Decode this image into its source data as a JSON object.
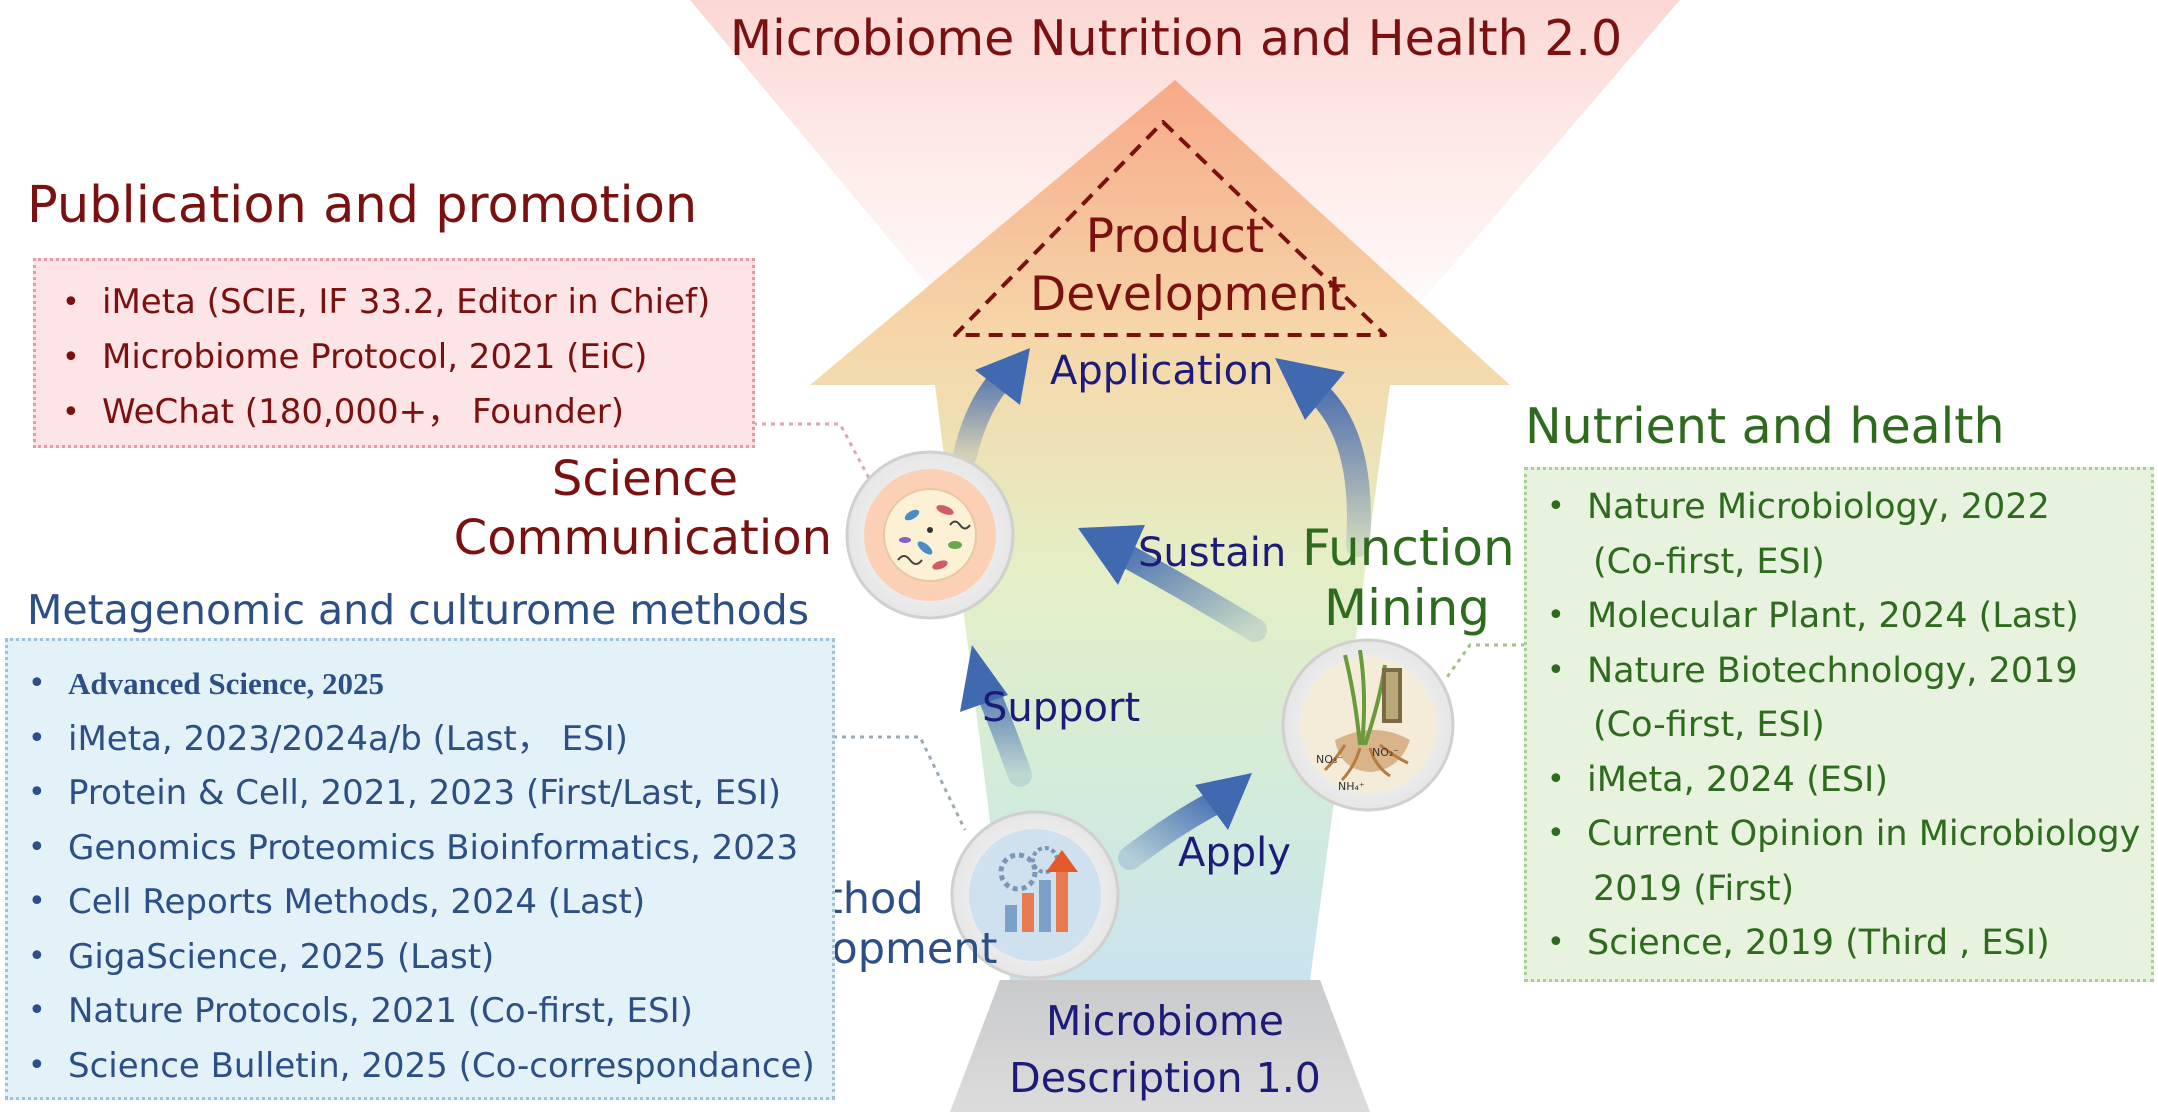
{
  "main_title": "Microbiome Nutrition and Health 2.0",
  "pyramid": {
    "top_label_line1": "Product",
    "top_label_line2": "Development",
    "base_label_line1": "Microbiome",
    "base_label_line2": "Description 1.0"
  },
  "arrows": {
    "application": "Application",
    "sustain": "Sustain",
    "support": "Support",
    "apply": "Apply"
  },
  "nodes": {
    "science_communication_line1": "Science",
    "science_communication_line2": "Communication",
    "function_mining_line1": "Function",
    "function_mining_line2": "Mining",
    "method_development_line1": "Method",
    "method_development_line2": "Development",
    "nutrient_labels": [
      "NO₃⁻",
      "NO₂⁻",
      "NH₄⁺"
    ]
  },
  "publication": {
    "heading": "Publication and promotion",
    "items": [
      "iMeta (SCIE, IF 33.2, Editor in Chief)",
      "Microbiome Protocol, 2021 (EiC)",
      "WeChat (180,000+， Founder)"
    ]
  },
  "methods": {
    "heading": "Metagenomic and culturome methods",
    "items": [
      "Advanced Science, 2025",
      "iMeta, 2023/2024a/b (Last， ESI)",
      "Protein & Cell, 2021, 2023 (First/Last, ESI)",
      "Genomics Proteomics Bioinformatics, 2023",
      "Cell Reports Methods, 2024 (Last)",
      "GigaScience, 2025 (Last)",
      "Nature Protocols, 2021 (Co-first, ESI)",
      "Science Bulletin, 2025 (Co-correspondance)"
    ]
  },
  "nutrient": {
    "heading": "Nutrient and health",
    "items": [
      {
        "line1": "Nature Microbiology, 2022",
        "line2": "(Co-first, ESI)"
      },
      {
        "line1": "Molecular Plant, 2024 (Last)"
      },
      {
        "line1": "Nature Biotechnology, 2019",
        "line2": "(Co-first, ESI)"
      },
      {
        "line1": "iMeta, 2024 (ESI)"
      },
      {
        "line1": "Current Opinion in Microbiology",
        "line2": "2019 (First)"
      },
      {
        "line1": "Science, 2019 (Third , ESI)"
      }
    ]
  },
  "colors": {
    "dark_red": "#7a1010",
    "navy": "#1c1c78",
    "steel_blue": "#2c4f86",
    "green": "#2f6b1e",
    "pink_box_bg": "#fde4e6",
    "pink_box_border": "#e79aa3",
    "blue_box_bg": "#e3f1f8",
    "blue_box_border": "#9fc2d8",
    "green_box_bg": "#e7f3df",
    "green_box_border": "#a9cf96",
    "arrow_blue": "#4169b0"
  }
}
